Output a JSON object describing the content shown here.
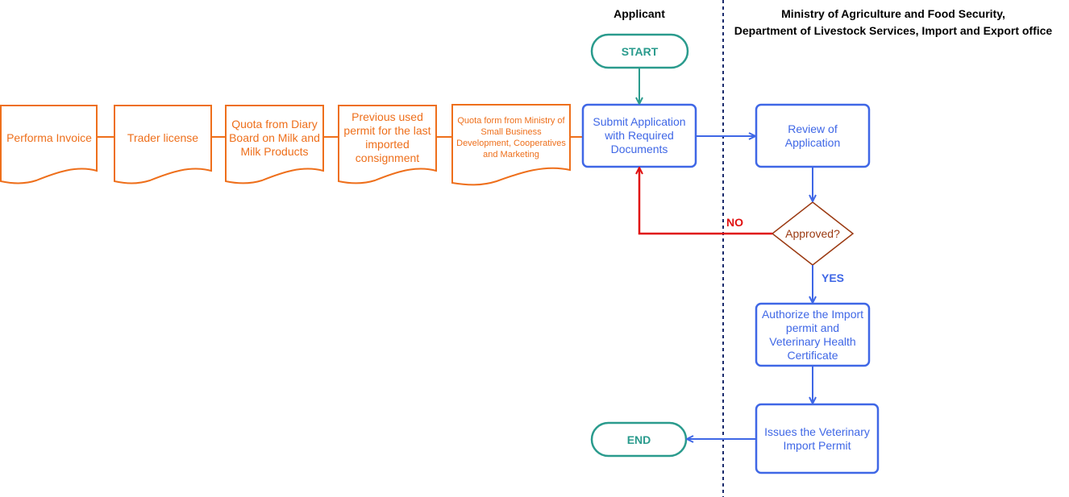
{
  "lanes": {
    "applicant": "Applicant",
    "ministry_line1": "Ministry of Agriculture and Food Security,",
    "ministry_line2": "Department of Livestock Services, Import and Export office"
  },
  "terminals": {
    "start": "START",
    "end": "END"
  },
  "documents": [
    "Performa Invoice",
    "Trader license",
    "Quota from Diary Board on Milk and Milk Products",
    "Previous used permit for the last imported consignment",
    "Quota form from Ministry of Small Business Development, Cooperatives and Marketing"
  ],
  "steps": {
    "submit": "Submit Application with Required Documents",
    "review": "Review of Application",
    "decision": "Approved?",
    "authorize": "Authorize the Import permit and Veterinary Health Certificate",
    "issue": "Issues the Veterinary Import Permit"
  },
  "edges": {
    "no": "NO",
    "yes": "YES"
  },
  "colors": {
    "document": "#ee6f1b",
    "process": "#3f67e6",
    "terminal": "#2a9b8d",
    "decision": "#9b3a12",
    "no_edge": "#e01010"
  }
}
